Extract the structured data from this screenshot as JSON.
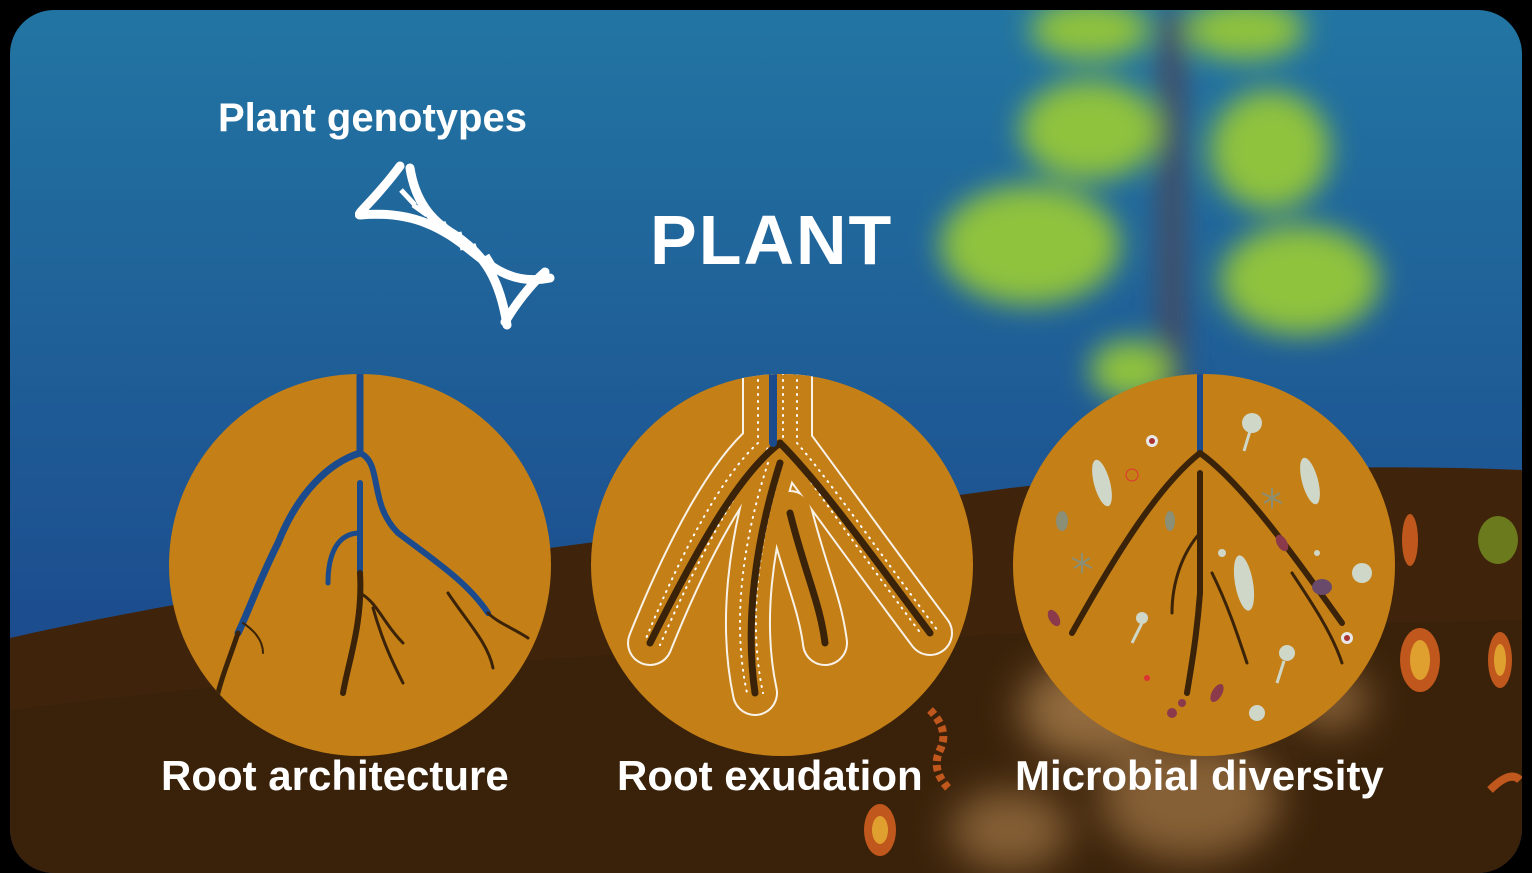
{
  "header": {
    "genotypes_label": "Plant genotypes",
    "plant_label": "PLANT"
  },
  "panels": [
    {
      "label": "Root architecture",
      "icon": "root-architecture-icon"
    },
    {
      "label": "Root exudation",
      "icon": "root-exudation-icon"
    },
    {
      "label": "Microbial diversity",
      "icon": "microbe-icon"
    }
  ],
  "icons": {
    "dna": "dna-icon"
  },
  "colors": {
    "sky_top": "#1f6fa0",
    "sky_bottom": "#1a3f88",
    "soil": "#3d230b",
    "circle": "#c47f17",
    "root": "#3a2308",
    "leaf": "#8fc23c"
  }
}
